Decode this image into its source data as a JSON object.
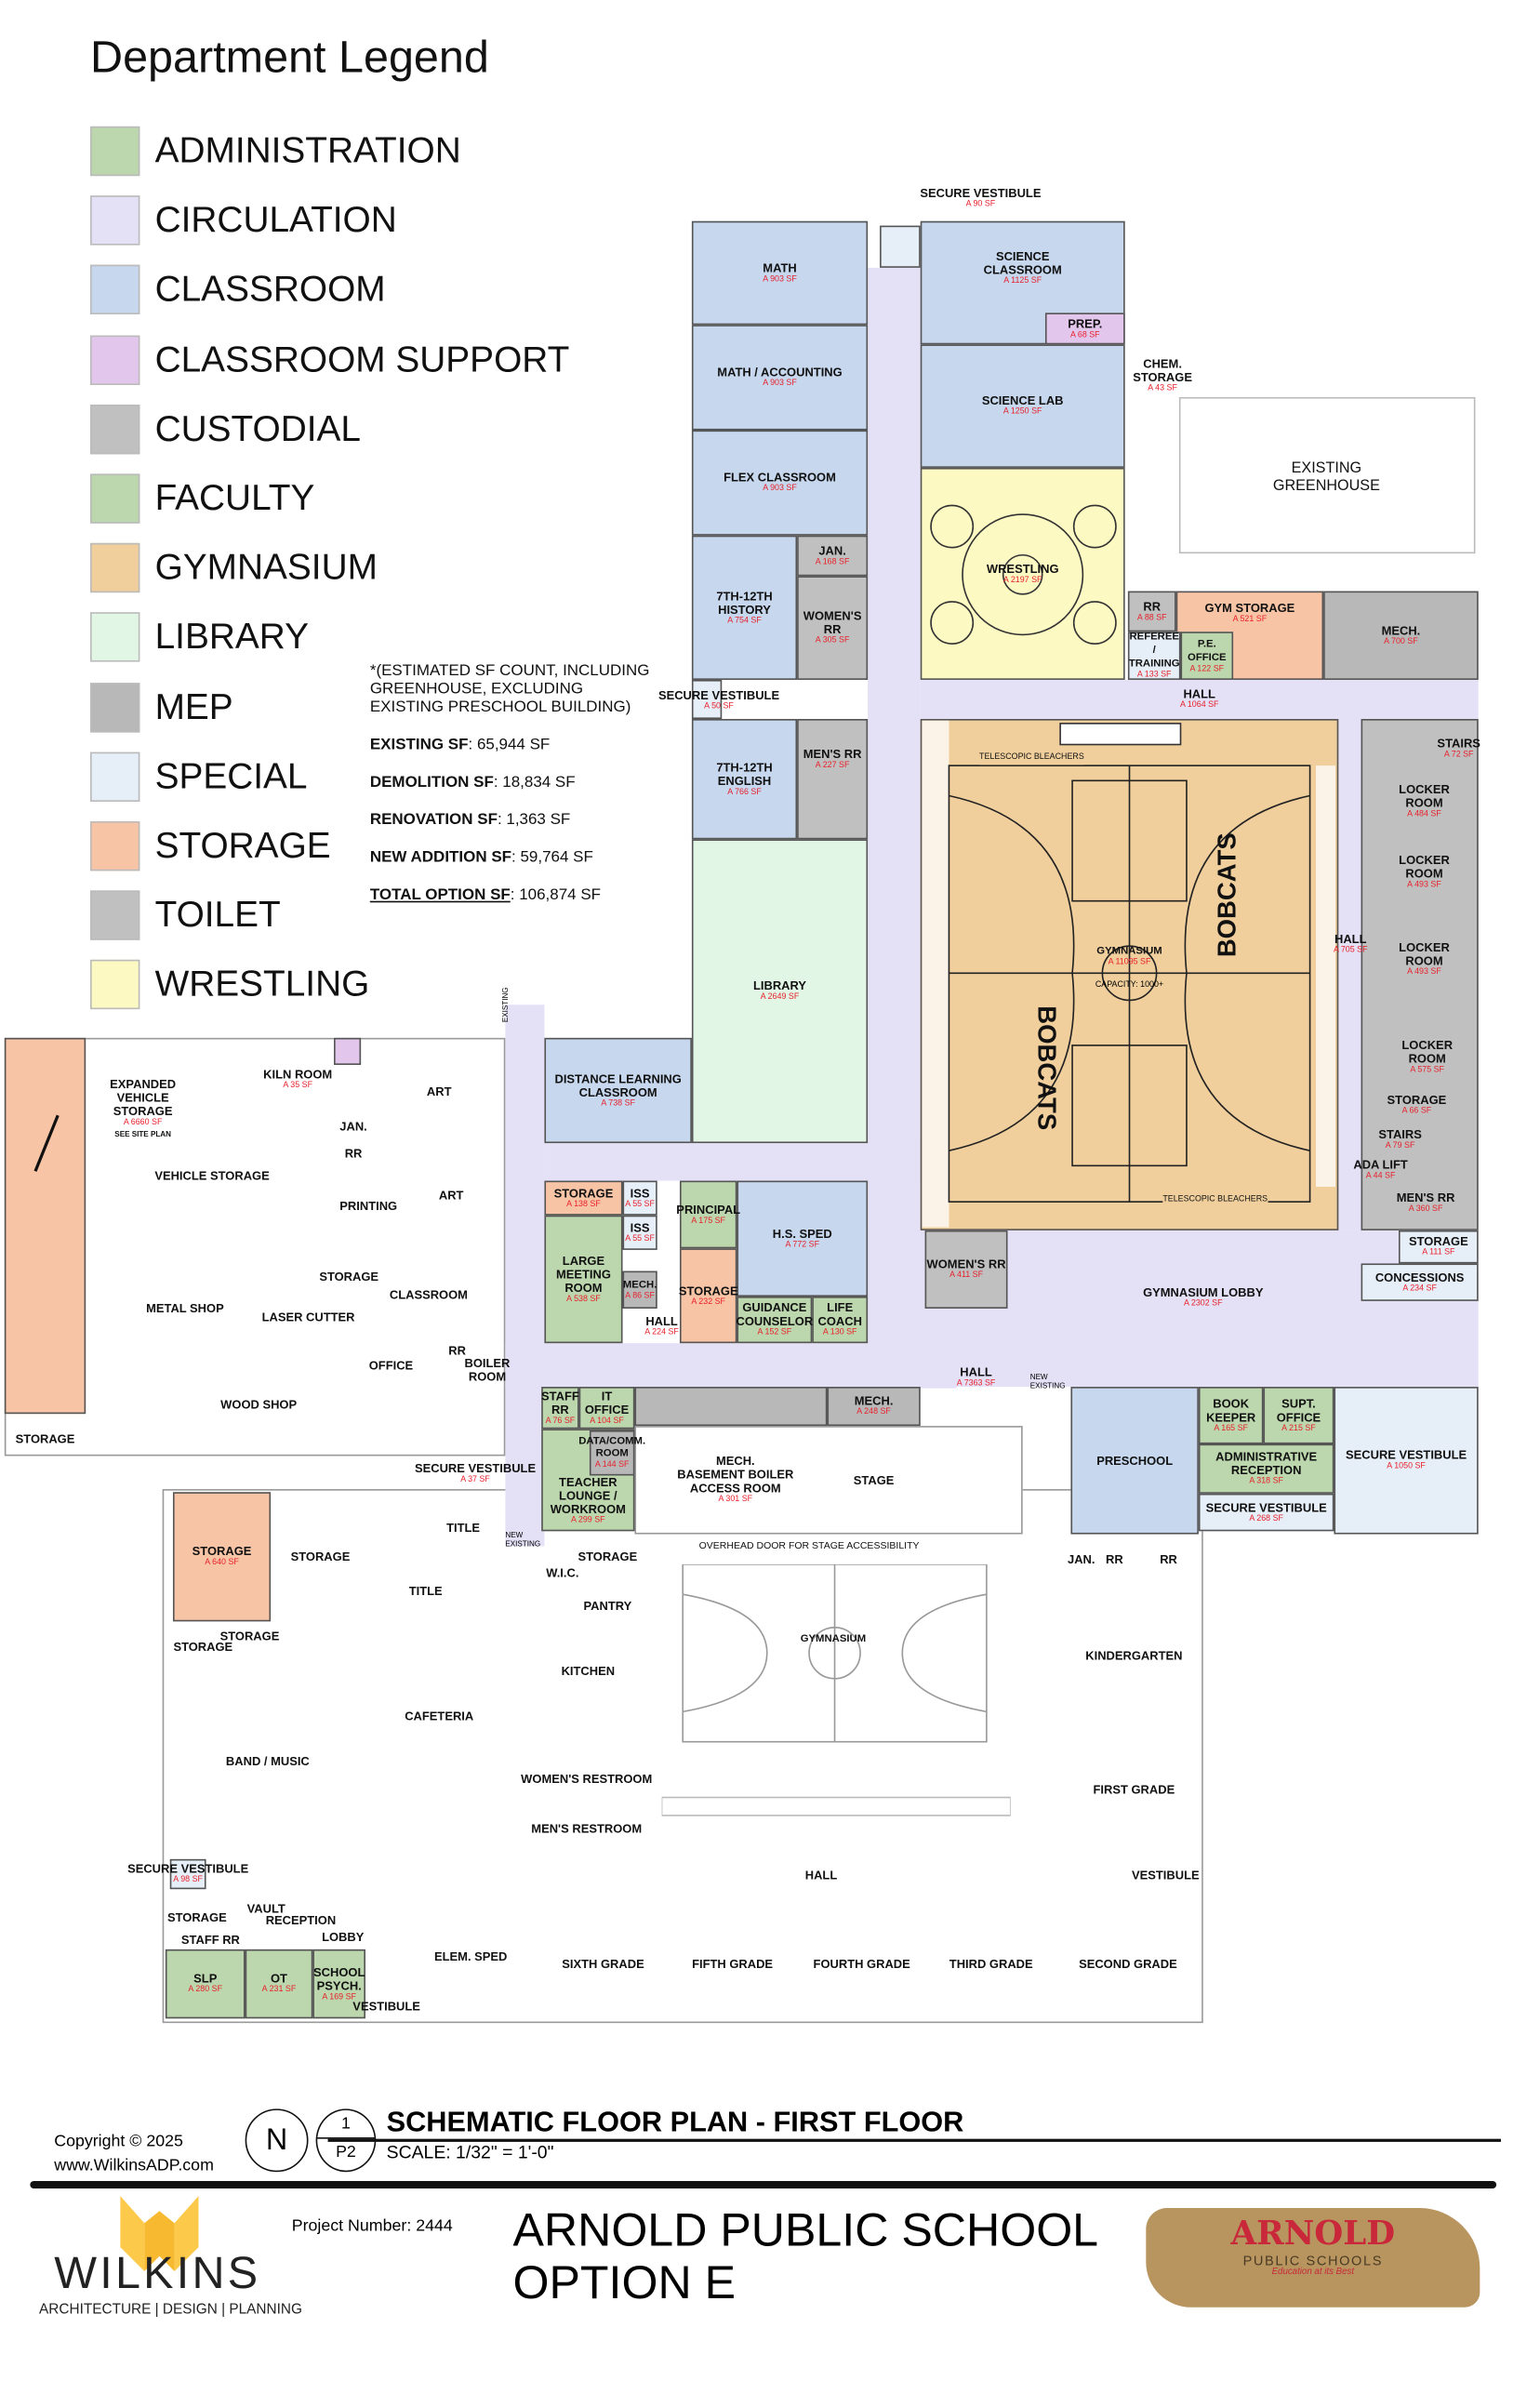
{
  "legend": {
    "title": "Department Legend",
    "items": [
      {
        "label": "ADMINISTRATION",
        "color": "#bcd6ad"
      },
      {
        "label": "CIRCULATION",
        "color": "#e4e0f6"
      },
      {
        "label": "CLASSROOM",
        "color": "#c6d7ee"
      },
      {
        "label": "CLASSROOM SUPPORT",
        "color": "#e3c6ec"
      },
      {
        "label": "CUSTODIAL",
        "color": "#c0c0c0"
      },
      {
        "label": "FACULTY",
        "color": "#bcd6ad"
      },
      {
        "label": "GYMNASIUM",
        "color": "#f0cf9d"
      },
      {
        "label": "LIBRARY",
        "color": "#e2f6e6"
      },
      {
        "label": "MEP",
        "color": "#b8b8b8"
      },
      {
        "label": "SPECIAL",
        "color": "#e6eef8"
      },
      {
        "label": "STORAGE",
        "color": "#f8c4a6"
      },
      {
        "label": "TOILET",
        "color": "#c0c0c0"
      },
      {
        "label": "WRESTLING",
        "color": "#fdf9c3"
      }
    ]
  },
  "summary": {
    "note": "*(ESTIMATED SF COUNT, INCLUDING\nGREENHOUSE, EXCLUDING\nEXISTING PRESCHOOL BUILDING)",
    "existing_label": "EXISTING SF",
    "existing": ": 65,944 SF",
    "demolition_label": "DEMOLITION SF",
    "demolition": ": 18,834 SF",
    "renovation_label": "RENOVATION SF",
    "renovation": ": 1,363 SF",
    "addition_label": "NEW ADDITION SF",
    "addition": ": 59,764 SF",
    "total_label": "TOTAL OPTION SF",
    "total": ": 106,874 SF"
  },
  "rooms": {
    "math": {
      "name": "MATH",
      "area": "A 903 SF"
    },
    "math_accounting": {
      "name": "MATH / ACCOUNTING",
      "area": "A 903 SF"
    },
    "flex": {
      "name": "FLEX CLASSROOM",
      "area": "A 903 SF"
    },
    "science_classroom": {
      "name": "SCIENCE\nCLASSROOM",
      "area": "A 1125 SF"
    },
    "prep": {
      "name": "PREP.",
      "area": "A 68 SF"
    },
    "chem_storage": {
      "name": "CHEM.\nSTORAGE",
      "area": "A 43 SF"
    },
    "science_lab": {
      "name": "SCIENCE LAB",
      "area": "A 1250 SF"
    },
    "secure_vest_n": {
      "name": "SECURE VESTIBULE",
      "area": "A 90 SF"
    },
    "greenhouse": {
      "name": "EXISTING\nGREENHOUSE"
    },
    "wrestling": {
      "name": "WRESTLING",
      "area": "A 2197 SF"
    },
    "jan_n": {
      "name": "JAN.",
      "area": "A 168 SF"
    },
    "history": {
      "name": "7TH-12TH\nHISTORY",
      "area": "A 754 SF"
    },
    "womens_rr_n": {
      "name": "WOMEN'S RR",
      "area": "A 305 SF"
    },
    "rr_gym": {
      "name": "RR",
      "area": "A 88 SF"
    },
    "gym_storage": {
      "name": "GYM STORAGE",
      "area": "A 521 SF"
    },
    "referee": {
      "name": "REFEREE /\nTRAINING",
      "area": "A 133 SF"
    },
    "pe_office": {
      "name": "P.E.\nOFFICE",
      "area": "A 122 SF"
    },
    "mech_n": {
      "name": "MECH.",
      "area": "A 700 SF"
    },
    "hall_n": {
      "name": "HALL",
      "area": "A 1064 SF"
    },
    "secure_vest_w": {
      "name": "SECURE VESTIBULE",
      "area": "A 50 SF"
    },
    "english": {
      "name": "7TH-12TH\nENGLISH",
      "area": "A 766 SF"
    },
    "mens_rr_n": {
      "name": "MEN'S RR",
      "area": "A 227 SF"
    },
    "library": {
      "name": "LIBRARY",
      "area": "A 2649 SF"
    },
    "distance": {
      "name": "DISTANCE LEARNING\nCLASSROOM",
      "area": "A 738 SF"
    },
    "gymnasium": {
      "name": "GYMNASIUM",
      "area": "A 11095 SF",
      "capacity": "CAPACITY: 1000+",
      "bleachers_n": "TELESCOPIC BLEACHERS",
      "bleachers_s": "TELESCOPIC BLEACHERS",
      "mascot1": "BOBCATS",
      "mascot2": "BOBCATS"
    },
    "stairs_ne": {
      "name": "STAIRS",
      "area": "A 72 SF"
    },
    "locker1": {
      "name": "LOCKER\nROOM",
      "area": "A 484 SF"
    },
    "locker2": {
      "name": "LOCKER\nROOM",
      "area": "A 493 SF"
    },
    "locker3": {
      "name": "LOCKER\nROOM",
      "area": "A 493 SF"
    },
    "locker4": {
      "name": "LOCKER\nROOM",
      "area": "A 575 SF"
    },
    "hall_e": {
      "name": "HALL",
      "area": "A 705 SF"
    },
    "storage_e": {
      "name": "STORAGE",
      "area": "A 66 SF"
    },
    "stairs_e": {
      "name": "STAIRS",
      "area": "A 79 SF"
    },
    "ada_lift": {
      "name": "ADA LIFT",
      "area": "A 44 SF"
    },
    "mens_rr_e": {
      "name": "MEN'S RR",
      "area": "A 360 SF"
    },
    "storage_e2": {
      "name": "STORAGE",
      "area": "A 111 SF"
    },
    "concessions": {
      "name": "CONCESSIONS",
      "area": "A 234 SF"
    },
    "gym_lobby": {
      "name": "GYMNASIUM LOBBY",
      "area": "A 2302 SF"
    },
    "womens_rr_lobby": {
      "name": "WOMEN'S RR",
      "area": "A 411 SF"
    },
    "storage_adm": {
      "name": "STORAGE",
      "area": "A 138 SF"
    },
    "iss1": {
      "name": "ISS",
      "area": "A 55 SF"
    },
    "iss2": {
      "name": "ISS",
      "area": "A 55 SF"
    },
    "large_meeting": {
      "name": "LARGE\nMEETING\nROOM",
      "area": "A 538 SF"
    },
    "mech_adm": {
      "name": "MECH.",
      "area": "A 86 SF"
    },
    "hall_adm": {
      "name": "HALL",
      "area": "A 224 SF"
    },
    "principal": {
      "name": "PRINCIPAL",
      "area": "A 175 SF"
    },
    "storage_adm2": {
      "name": "STORAGE",
      "area": "A 232 SF"
    },
    "hs_sped": {
      "name": "H.S. SPED",
      "area": "A 772 SF"
    },
    "guidance": {
      "name": "GUIDANCE\nCOUNSELOR",
      "area": "A 152 SF"
    },
    "life_coach": {
      "name": "LIFE\nCOACH",
      "area": "A 130 SF"
    },
    "hall_main": {
      "name": "HALL",
      "area": "A 7363 SF"
    },
    "staff_rr": {
      "name": "STAFF\nRR",
      "area": "A 76 SF"
    },
    "it_office": {
      "name": "IT\nOFFICE",
      "area": "A 104 SF"
    },
    "data_comm": {
      "name": "DATA/COMM.\nROOM",
      "area": "A 144 SF"
    },
    "teacher_lounge": {
      "name": "TEACHER\nLOUNGE /\nWORKROOM",
      "area": "A 299 SF"
    },
    "mech_basement": {
      "name": "MECH.\nBASEMENT BOILER\nACCESS ROOM",
      "area": "A 301 SF"
    },
    "mech_248": {
      "name": "MECH.",
      "area": "A 248 SF"
    },
    "stage": {
      "name": "STAGE"
    },
    "preschool": {
      "name": "PRESCHOOL"
    },
    "bookkeeper": {
      "name": "BOOK\nKEEPER",
      "area": "A 165 SF"
    },
    "supt_office": {
      "name": "SUPT.\nOFFICE",
      "area": "A 215 SF"
    },
    "admin_reception": {
      "name": "ADMINISTRATIVE\nRECEPTION",
      "area": "A 318 SF"
    },
    "secure_vest_268": {
      "name": "SECURE VESTIBULE",
      "area": "A 268 SF"
    },
    "secure_vest_1050": {
      "name": "SECURE VESTIBULE",
      "area": "A 1050 SF"
    },
    "secure_vest_37": {
      "name": "SECURE VESTIBULE",
      "area": "A 37 SF"
    },
    "expanded_vehicle": {
      "name": "EXPANDED\nVEHICLE\nSTORAGE",
      "area": "A 6660 SF",
      "note": "SEE SITE PLAN"
    },
    "kiln": {
      "name": "KILN ROOM",
      "area": "A 35 SF"
    },
    "art1": {
      "name": "ART"
    },
    "art2": {
      "name": "ART"
    },
    "jan_w": {
      "name": "JAN."
    },
    "rr_w": {
      "name": "RR"
    },
    "vehicle_storage": {
      "name": "VEHICLE STORAGE"
    },
    "printing": {
      "name": "PRINTING"
    },
    "storage_w": {
      "name": "STORAGE"
    },
    "classroom_w": {
      "name": "CLASSROOM"
    },
    "metal_shop": {
      "name": "METAL SHOP"
    },
    "laser_cutter": {
      "name": "LASER CUTTER"
    },
    "office_w": {
      "name": "OFFICE"
    },
    "rr_w2": {
      "name": "RR"
    },
    "boiler_room": {
      "name": "BOILER\nROOM"
    },
    "wood_shop": {
      "name": "WOOD SHOP"
    },
    "storage_outside": {
      "name": "STORAGE"
    },
    "storage_640": {
      "name": "STORAGE",
      "area": "A 640 SF"
    },
    "storage_l1": {
      "name": "STORAGE"
    },
    "title1": {
      "name": "TITLE"
    },
    "title2": {
      "name": "TITLE"
    },
    "storage_l2": {
      "name": "STORAGE"
    },
    "storage_l3": {
      "name": "STORAGE"
    },
    "band": {
      "name": "BAND / MUSIC"
    },
    "cafeteria": {
      "name": "CAFETERIA"
    },
    "storage_l4": {
      "name": "STORAGE"
    },
    "wic": {
      "name": "W.I.C."
    },
    "pantry": {
      "name": "PANTRY"
    },
    "kitchen": {
      "name": "KITCHEN"
    },
    "womens_restroom": {
      "name": "WOMEN'S RESTROOM"
    },
    "mens_restroom": {
      "name": "MEN'S RESTROOM"
    },
    "gym_existing": {
      "name": "GYMNASIUM"
    },
    "overhead_door": {
      "name": "OVERHEAD DOOR FOR STAGE ACCESSIBILITY"
    },
    "secure_vest_98": {
      "name": "SECURE VESTIBULE",
      "area": "A 98 SF"
    },
    "storage_sw": {
      "name": "STORAGE"
    },
    "vault": {
      "name": "VAULT"
    },
    "reception": {
      "name": "RECEPTION"
    },
    "staff_rr_sw": {
      "name": "STAFF RR"
    },
    "lobby": {
      "name": "LOBBY"
    },
    "slp": {
      "name": "SLP",
      "area": "A 280 SF"
    },
    "ot": {
      "name": "OT",
      "area": "A 231 SF"
    },
    "school_psych": {
      "name": "SCHOOL\nPSYCH.",
      "area": "A 169 SF"
    },
    "vestibule_sw": {
      "name": "VESTIBULE"
    },
    "elem_sped": {
      "name": "ELEM. SPED"
    },
    "sixth": {
      "name": "SIXTH GRADE"
    },
    "fifth": {
      "name": "FIFTH GRADE"
    },
    "fourth": {
      "name": "FOURTH GRADE"
    },
    "third": {
      "name": "THIRD GRADE"
    },
    "second": {
      "name": "SECOND GRADE"
    },
    "hall_lower": {
      "name": "HALL"
    },
    "vestibule_e": {
      "name": "VESTIBULE"
    },
    "jan_e": {
      "name": "JAN."
    },
    "rr_e1": {
      "name": "RR"
    },
    "rr_e2": {
      "name": "RR"
    },
    "kindergarten": {
      "name": "KINDERGARTEN"
    },
    "first": {
      "name": "FIRST GRADE"
    }
  },
  "markers": {
    "new": "NEW",
    "existing": "EXISTING"
  },
  "titleblock": {
    "copyright": "Copyright © 2025",
    "website": "www.WilkinsADP.com",
    "north": "N",
    "detail_num": "1",
    "sheet": "P2",
    "plan_title": "SCHEMATIC FLOOR PLAN - FIRST FLOOR",
    "scale": "SCALE:  1/32\" = 1'-0\"",
    "project_number": "Project Number: 2444",
    "project_title": "ARNOLD PUBLIC SCHOOL",
    "option": "OPTION E",
    "firm": {
      "name": "WILKINS",
      "tagline": "ARCHITECTURE | DESIGN | PLANNING"
    },
    "client_logo": {
      "name": "ARNOLD",
      "sub": "PUBLIC SCHOOLS",
      "motto": "Education at its Best"
    }
  }
}
